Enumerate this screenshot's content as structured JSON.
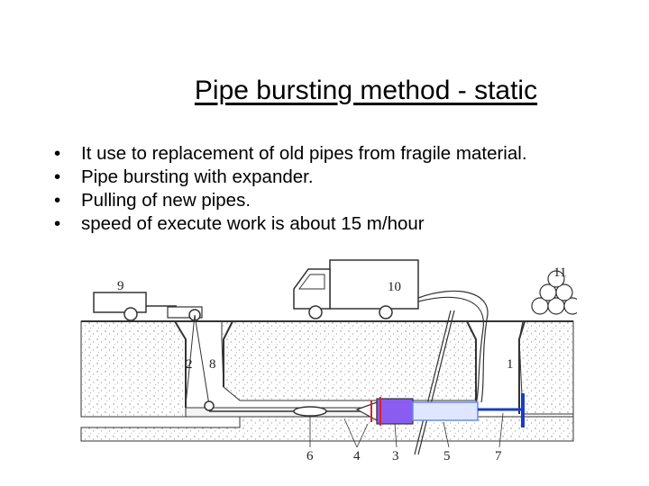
{
  "title": "Pipe bursting method - static",
  "bullet_symbol": "•",
  "bullets": [
    "It use to replacement of old pipes from fragile material.",
    "Pipe bursting with expander.",
    "Pulling of new pipes.",
    "speed of execute work is about 15 m/hour"
  ],
  "diagram": {
    "labels": {
      "l1": "1",
      "l2": "2",
      "l3": "3",
      "l4": "4",
      "l5": "5",
      "l6": "6",
      "l7": "7",
      "l8": "8",
      "l9": "9",
      "l10": "10",
      "l11": "11"
    },
    "colors": {
      "expander": "#8a5cf0",
      "new_pipe": "#6a8cf0",
      "anchor": "#1a3cc8",
      "red_mark": "#e02020"
    }
  }
}
